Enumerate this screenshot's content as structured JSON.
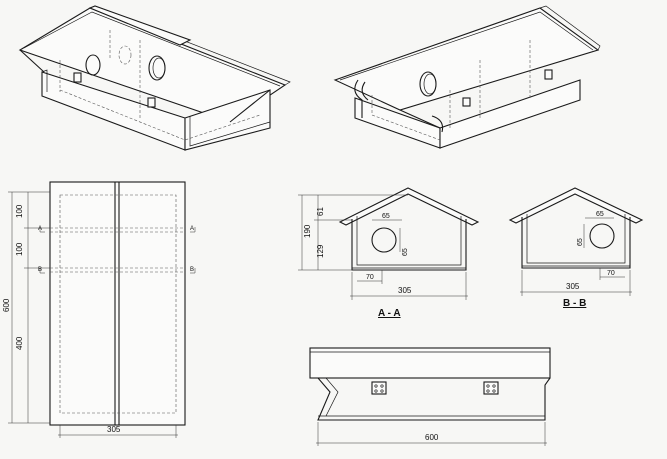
{
  "drawing": {
    "plan_dimensions": {
      "width": "305",
      "length": "600",
      "seg_top": "100",
      "seg_mid": "100",
      "seg_bottom": "400"
    },
    "section_markers": {
      "a": "A",
      "b": "B"
    },
    "section_aa": {
      "label": "A - A",
      "width": "305",
      "height": "190",
      "upper": "61",
      "lower": "129",
      "hole_offset": "65",
      "hole_height": "65",
      "floor_offset": "70"
    },
    "section_bb": {
      "label": "B - B",
      "width": "305",
      "hole_offset": "65",
      "hole_height": "65",
      "floor_offset": "70"
    },
    "side_view": {
      "length": "600"
    }
  }
}
